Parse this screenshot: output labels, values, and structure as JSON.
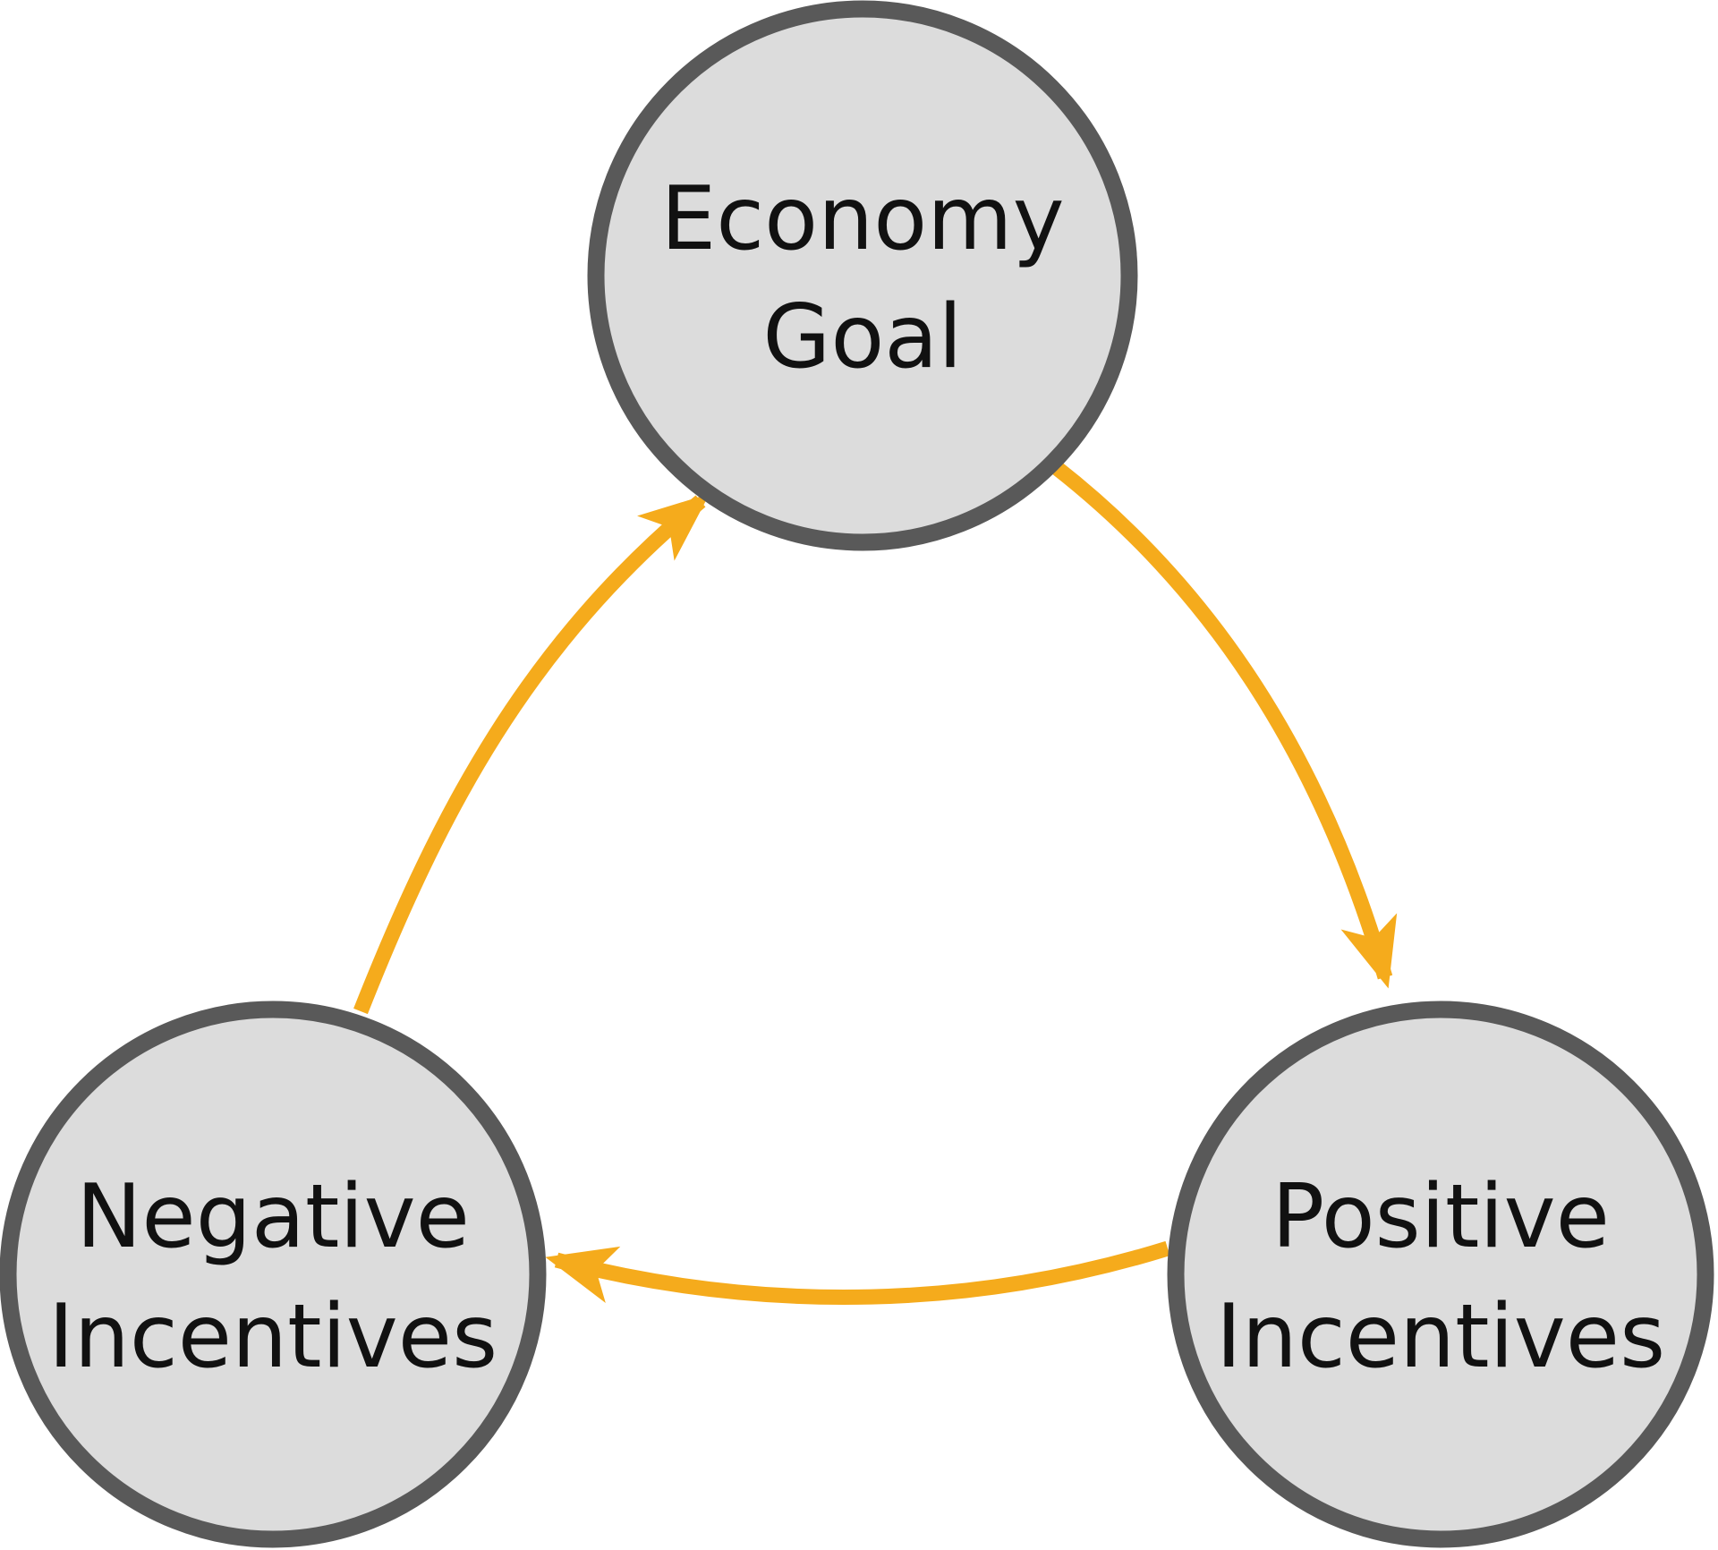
{
  "colors": {
    "node_fill": "#dcdcdc",
    "node_stroke": "#595959",
    "arrow": "#f5ab1c",
    "text": "#111111"
  },
  "nodes": {
    "economy_goal": {
      "line1": "Economy",
      "line2": "Goal"
    },
    "negative_incentives": {
      "line1": "Negative",
      "line2": "Incentives"
    },
    "positive_incentives": {
      "line1": "Positive",
      "line2": "Incentives"
    }
  },
  "edges": [
    {
      "from": "economy_goal",
      "to": "positive_incentives"
    },
    {
      "from": "positive_incentives",
      "to": "negative_incentives"
    },
    {
      "from": "negative_incentives",
      "to": "economy_goal"
    }
  ]
}
